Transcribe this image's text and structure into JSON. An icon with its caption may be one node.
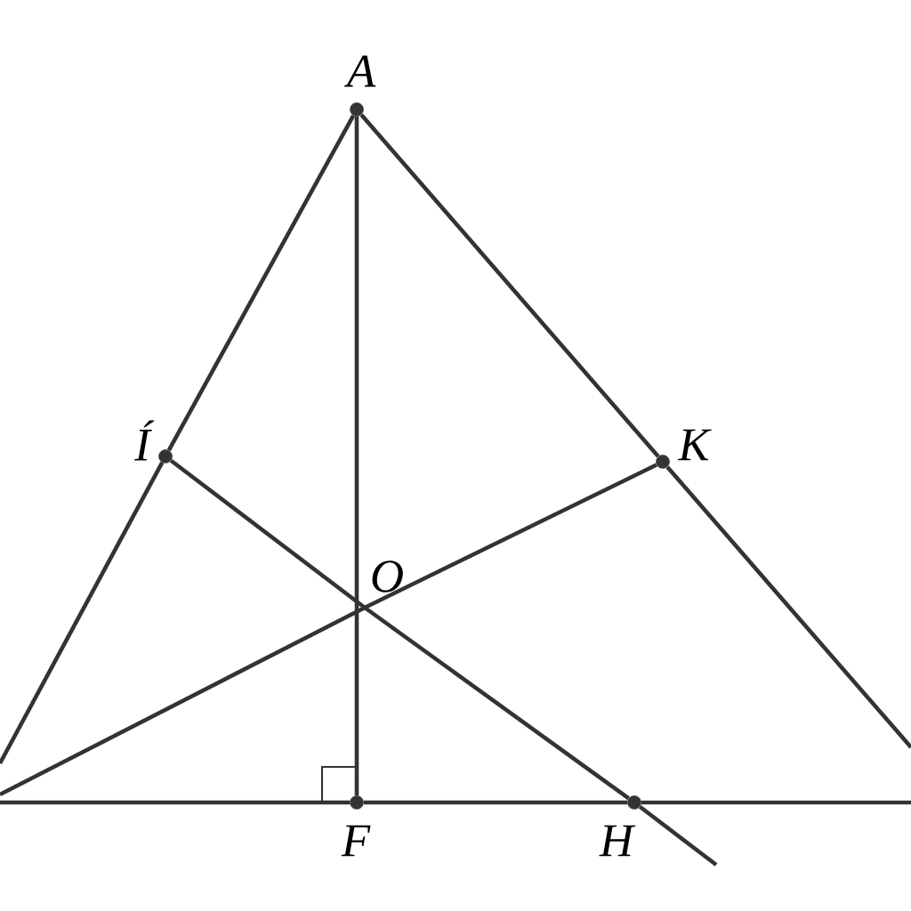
{
  "diagram": {
    "nodes": [
      {
        "text": [
          "A"
        ]
      },
      {
        "text": [
          "Í"
        ]
      },
      {
        "text": [
          "K"
        ]
      },
      {
        "text": [
          "O"
        ]
      },
      {
        "text": [
          "F"
        ]
      },
      {
        "text": [
          "H"
        ]
      }
    ],
    "edges": [
      {
        "from": 0,
        "to": 1,
        "arrow": "none"
      },
      {
        "from": 1,
        "to": null,
        "arrow": "none"
      },
      {
        "from": 0,
        "to": 2,
        "arrow": "none"
      },
      {
        "from": 2,
        "to": null,
        "arrow": "none"
      },
      {
        "from": 0,
        "to": 4,
        "arrow": "none"
      },
      {
        "from": 1,
        "to": 3,
        "arrow": "none"
      },
      {
        "from": 3,
        "to": 5,
        "arrow": "none"
      },
      {
        "from": 5,
        "to": null,
        "arrow": "none"
      },
      {
        "from": 2,
        "to": 3,
        "arrow": "none"
      },
      {
        "from": 3,
        "to": null,
        "arrow": "none"
      },
      {
        "from": 4,
        "to": 5,
        "arrow": "none"
      },
      {
        "from": 4,
        "to": null,
        "arrow": "none"
      },
      {
        "from": 5,
        "to": null,
        "arrow": "none"
      }
    ]
  }
}
